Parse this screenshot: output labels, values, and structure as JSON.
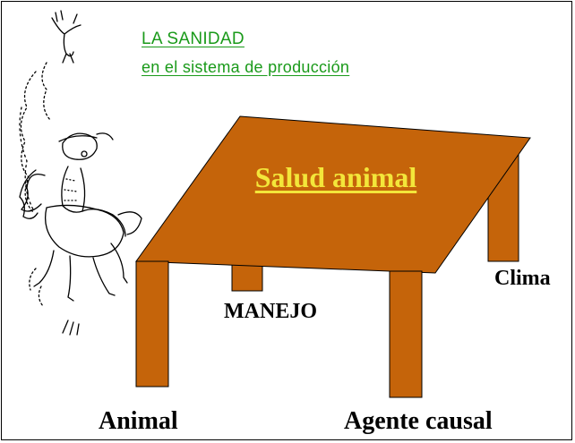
{
  "title": {
    "line1": "LA SANIDAD",
    "line2": "en el sistema de producción"
  },
  "table": {
    "top_label": "Salud animal",
    "legs": [
      {
        "id": "animal",
        "label": "Animal"
      },
      {
        "id": "agente",
        "label": "Agente causal"
      },
      {
        "id": "clima",
        "label": "Clima"
      },
      {
        "id": "manejo",
        "label": "MANEJO"
      }
    ]
  },
  "colors": {
    "table_brown": "#c5640a",
    "tabletop_text": "#f3e63a",
    "title_green": "#1a9a1a"
  },
  "illustration": "cartoon-horse-and-rider-icon"
}
